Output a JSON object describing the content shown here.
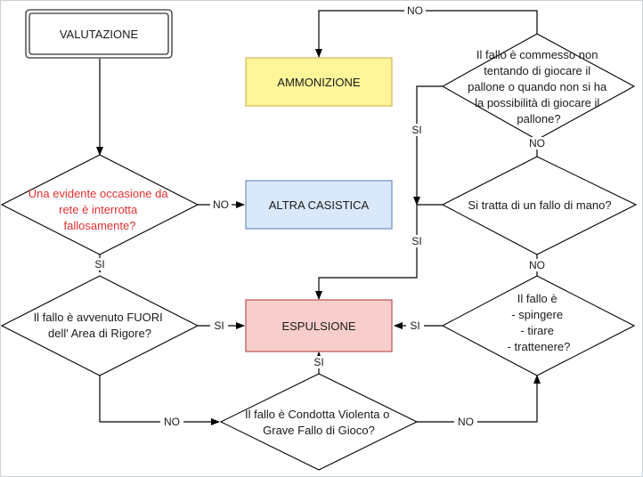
{
  "nodes": {
    "valutazione": {
      "label": "VALUTAZIONE"
    },
    "ammonizione": {
      "label": "AMMONIZIONE",
      "fill": "#fff599",
      "stroke": "#d6b656"
    },
    "altra_casistica": {
      "label": "ALTRA CASISTICA",
      "fill": "#dae8fc",
      "stroke": "#6c8ebf"
    },
    "espulsione": {
      "label": "ESPULSIONE",
      "fill": "#f8cecc",
      "stroke": "#b85450"
    },
    "occasione": {
      "lines": [
        "Una evidente occasione da",
        "rete è interrotta",
        "fallosamente?"
      ],
      "text_color": "#e03030"
    },
    "fuori_area": {
      "lines": [
        "Il fallo è avvenuto FUORI",
        "dell' Area di Rigore?"
      ]
    },
    "condotta": {
      "lines": [
        "Il fallo è Condotta Violenta o",
        "Grave Fallo di Gioco?"
      ]
    },
    "tipo_fallo": {
      "lines": [
        "Il fallo è",
        "- spingere",
        "- tirare",
        "- trattenere?"
      ]
    },
    "fallo_mano": {
      "lines": [
        "Si tratta di un fallo di mano?"
      ]
    },
    "commesso": {
      "lines": [
        "Il fallo è commesso non",
        "tentando di giocare il",
        "pallone o quando non si ha",
        "la possibilità di giocare il",
        "pallone?"
      ]
    }
  },
  "edge_labels": {
    "no_top": "NO",
    "si_commesso": "SI",
    "no_commesso": "NO",
    "si_mano": "SI",
    "no_occasione": "NO",
    "si_occasione": "SI",
    "si_fuori": "SI",
    "si_tipo": "SI",
    "no_tipo": "NO",
    "si_condotta": "SI",
    "no_fuori": "NO",
    "no_condotta": "NO"
  }
}
